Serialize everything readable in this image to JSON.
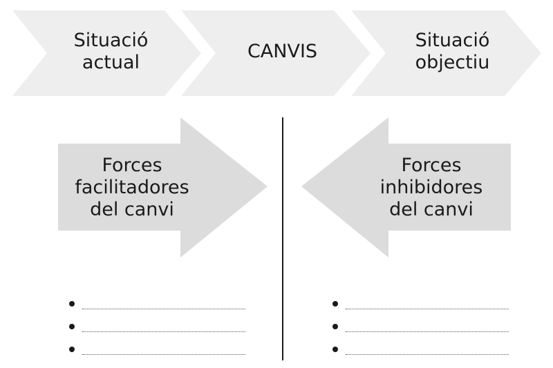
{
  "process": {
    "steps": [
      {
        "lines": [
          "Situació",
          "actual"
        ]
      },
      {
        "lines": [
          "CANVIS"
        ]
      },
      {
        "lines": [
          "Situació",
          "objectiu"
        ]
      }
    ]
  },
  "forces": {
    "left": {
      "lines": [
        "Forces",
        "facilitadores",
        "del canvi"
      ]
    },
    "right": {
      "lines": [
        "Forces",
        "inhibidores",
        "del canvi"
      ]
    }
  },
  "colors": {
    "chevron_fill": "#eeeeee",
    "force_fill": "#dcdcdc",
    "text": "#1a1a1a",
    "divider": "#1a1a1a"
  }
}
